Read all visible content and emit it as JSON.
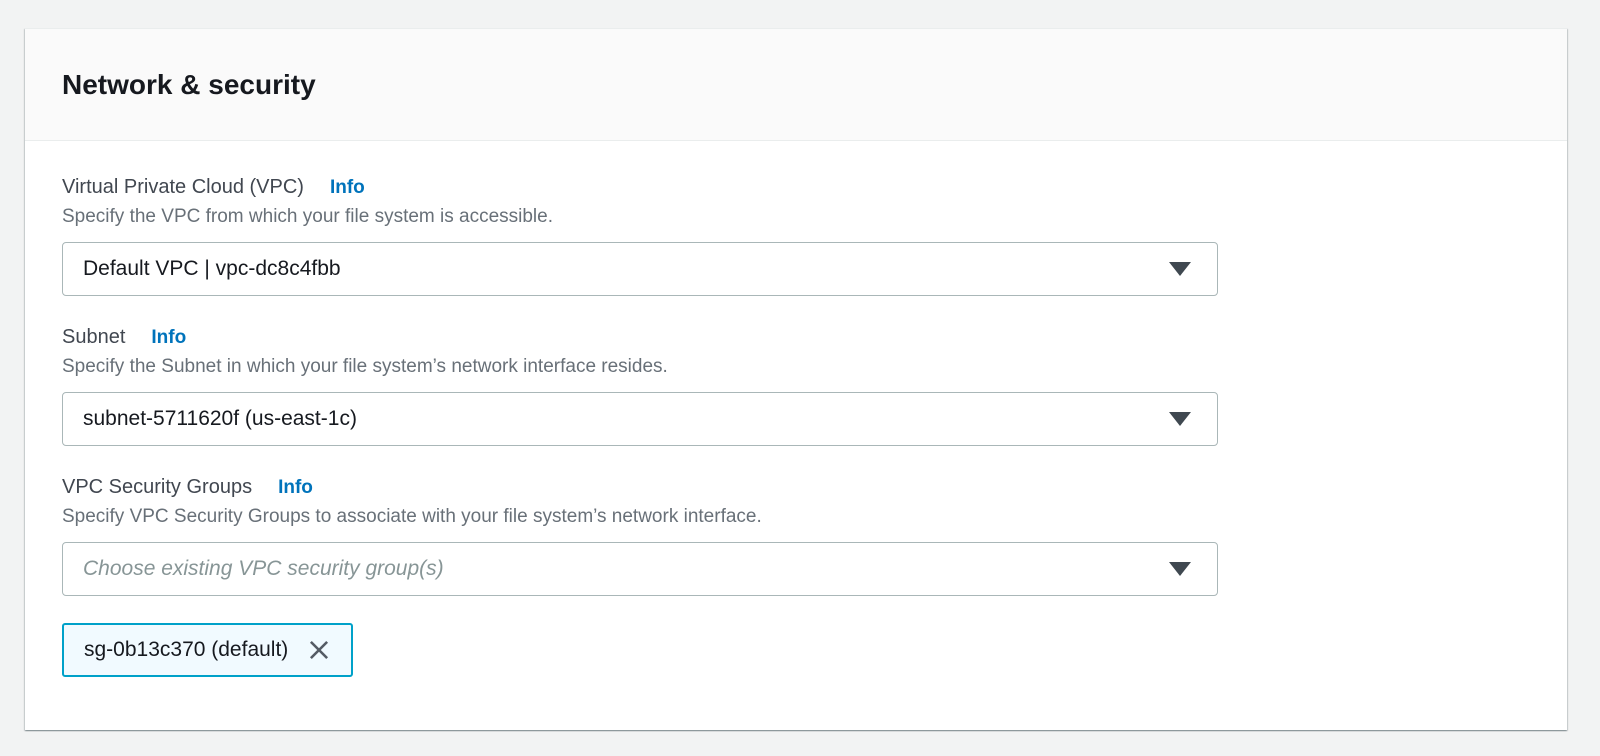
{
  "panel": {
    "title": "Network & security"
  },
  "fields": [
    {
      "label": "Virtual Private Cloud (VPC)",
      "info": "Info",
      "description": "Specify the VPC from which your file system is accessible.",
      "value": "Default VPC | vpc-dc8c4fbb"
    },
    {
      "label": "Subnet",
      "info": "Info",
      "description": "Specify the Subnet in which your file system’s network interface resides.",
      "value": "subnet-5711620f (us-east-1c)"
    },
    {
      "label": "VPC Security Groups",
      "info": "Info",
      "description": "Specify VPC Security Groups to associate with your file system’s network interface.",
      "placeholder": "Choose existing VPC security group(s)"
    }
  ],
  "security_group_token": {
    "label": "sg-0b13c370 (default)"
  },
  "icons": {
    "select_caret": "caret-down-icon",
    "token_remove": "close-icon"
  },
  "colors": {
    "info_link": "#0073bb",
    "token_border": "#00a1c9",
    "token_background": "#f1faff",
    "header_background": "#fafafa",
    "page_background": "#f2f3f3"
  }
}
